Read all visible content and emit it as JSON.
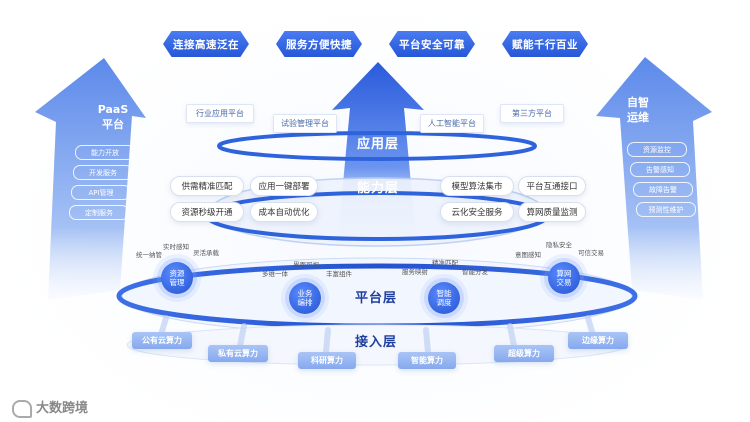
{
  "top_badges": [
    "连接高速泛在",
    "服务方便快捷",
    "平台安全可靠",
    "赋能千行百业"
  ],
  "app_tiles": [
    "行业应用平台",
    "试验管理平台",
    "人工智能平台",
    "第三方平台"
  ],
  "layers": {
    "application": "应用层",
    "capability": "能力层",
    "platform": "平台层",
    "access": "接入层"
  },
  "capability_pills": {
    "left": [
      "供需精准匹配",
      "应用一键部署",
      "资源秒级开通",
      "成本自动优化"
    ],
    "right": [
      "模型算法集市",
      "平台互通接口",
      "云化安全服务",
      "算网质量监测"
    ]
  },
  "left_panel": {
    "title_line1": "PaaS",
    "title_line2": "平台",
    "items": [
      "能力开放",
      "开发服务",
      "API管理",
      "定制服务"
    ]
  },
  "right_panel": {
    "title_line1": "自智",
    "title_line2": "运维",
    "items": [
      "资源监控",
      "告警感知",
      "故障告警",
      "预测性维护"
    ]
  },
  "platform_nodes": [
    {
      "label_line1": "资源",
      "label_line2": "管理",
      "tags": [
        "统一纳管",
        "实时感知",
        "灵活承载"
      ]
    },
    {
      "label_line1": "业务",
      "label_line2": "编排",
      "tags": [
        "多维一体",
        "界面可视",
        "丰富组件"
      ]
    },
    {
      "label_line1": "智能",
      "label_line2": "调度",
      "tags": [
        "服务映射",
        "精准匹配",
        "智能分发"
      ]
    },
    {
      "label_line1": "算网",
      "label_line2": "交易",
      "tags": [
        "意图感知",
        "隐私安全",
        "可信交易"
      ]
    }
  ],
  "access_tiles": [
    "公有云算力",
    "私有云算力",
    "科研算力",
    "智能算力",
    "超级算力",
    "边缘算力"
  ],
  "watermark": "大数跨境",
  "colors": {
    "primary": "#2557d8",
    "accent": "#4a7bf0",
    "light": "#dbe6fb"
  }
}
